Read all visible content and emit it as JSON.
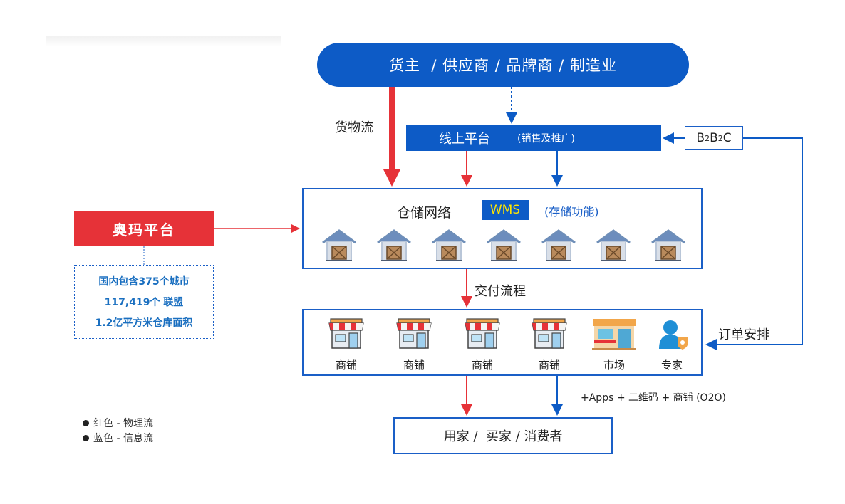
{
  "top_box": {
    "label": "货主  / 供应商 / 品牌商 / 制造业"
  },
  "goods_flow_label": "货物流",
  "online_platform": {
    "title": "线上平台",
    "subtitle": "(销售及推广)"
  },
  "b2b2c": {
    "b1": "B",
    "s1": "2",
    "b2": "B",
    "s2": "2",
    "c": "C"
  },
  "warehouse": {
    "title": "仓储网络",
    "wms": "WMS",
    "wms_desc": "(存储功能)",
    "count": 7
  },
  "aoma": {
    "title": "奥玛平台",
    "stats": [
      "国内包含375个城市",
      "117,419个 联盟",
      "1.2亿平方米仓库面积"
    ]
  },
  "delivery_label": "交付流程",
  "order_label": "订单安排",
  "outlets": [
    {
      "label": "商铺",
      "icon": "store-icon"
    },
    {
      "label": "商铺",
      "icon": "store-icon"
    },
    {
      "label": "商铺",
      "icon": "store-icon"
    },
    {
      "label": "商铺",
      "icon": "store-icon"
    },
    {
      "label": "市场",
      "icon": "market-icon"
    },
    {
      "label": "专家",
      "icon": "expert-icon"
    }
  ],
  "o2o_label": "+Apps + 二维码 + 商铺 (O2O)",
  "consumer": {
    "label": "用家 /  买家 / 消费者"
  },
  "legend": [
    "红色 - 物理流",
    "蓝色 - 信息流"
  ],
  "colors": {
    "red": "#e63238",
    "blue": "#0d5bc6"
  }
}
